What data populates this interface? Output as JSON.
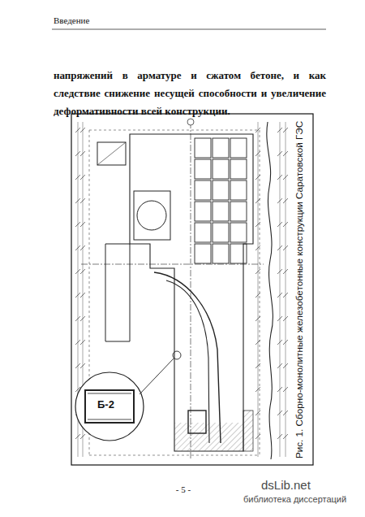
{
  "diagram": {
    "caption": "Рис. 1. Сборно-монолитные железобетонные конструкции Саратовской ГЭС",
    "labels": [
      "Введение",
      "напряжений в арматуре и сжатом бетоне, и как следствие снижение несущей способности и увеличение деформативности всей конструкции.",
      "Б-2",
      "- 5 -",
      "dsLib.net",
      "библиотека диссертаций"
    ]
  }
}
